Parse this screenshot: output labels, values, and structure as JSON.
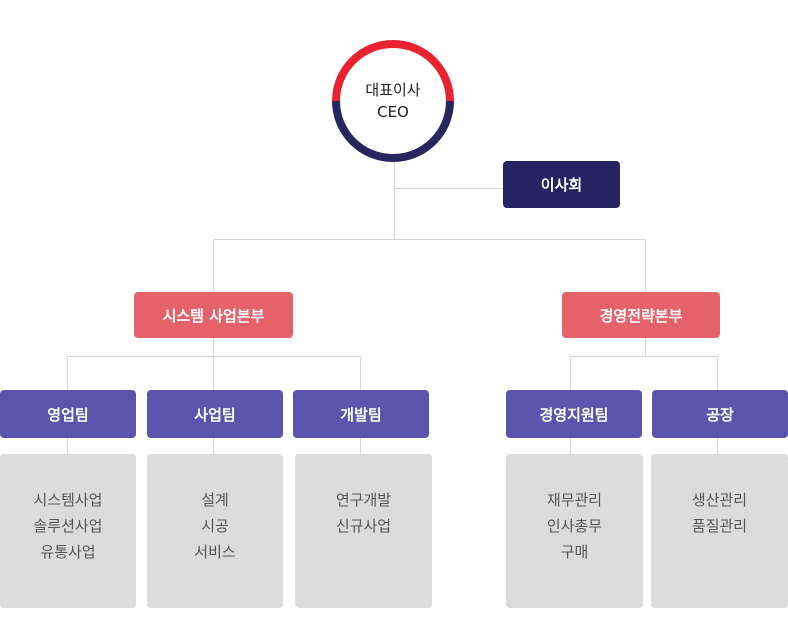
{
  "ceo": {
    "title": "대표이사",
    "subtitle": "CEO"
  },
  "board": {
    "label": "이사회"
  },
  "divisions": [
    {
      "label": "시스템 사업본부",
      "teams": [
        {
          "label": "영업팀",
          "items": [
            "시스템사업",
            "솔루션사업",
            "유통사업"
          ]
        },
        {
          "label": "사업팀",
          "items": [
            "설계",
            "시공",
            "서비스"
          ]
        },
        {
          "label": "개발팀",
          "items": [
            "연구개발",
            "신규사업"
          ]
        }
      ]
    },
    {
      "label": "경영전략본부",
      "teams": [
        {
          "label": "경영지원팀",
          "items": [
            "재무관리",
            "인사총무",
            "구매"
          ]
        },
        {
          "label": "공장",
          "items": [
            "생산관리",
            "품질관리"
          ]
        }
      ]
    }
  ],
  "colors": {
    "ceo_ring_top": "#e8222e",
    "ceo_ring_bottom": "#28255f",
    "board": "#272362",
    "division": "#e5626a",
    "team": "#5c54ac",
    "detail": "#dcdcdc",
    "connector": "#d7d7d7"
  }
}
